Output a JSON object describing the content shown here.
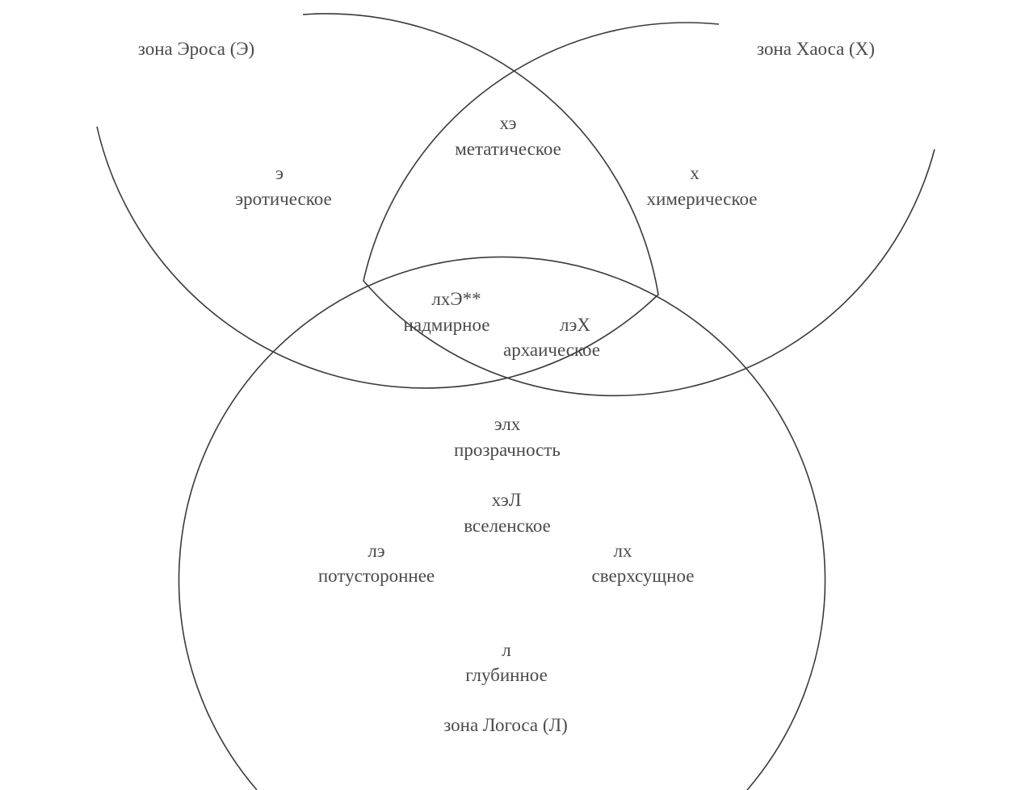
{
  "zones": {
    "eros": "зона Эроса (Э)",
    "chaos": "зона Хаоса (Х)",
    "logos": "зона Логоса (Л)"
  },
  "regions": {
    "e": {
      "code": "э",
      "name": "эротическое"
    },
    "x": {
      "code": "х",
      "name": "химерическое"
    },
    "xe": {
      "code": "хэ",
      "name": "метатическое"
    },
    "lxE": {
      "code": "лхЭ**",
      "name": "надмирное"
    },
    "leX": {
      "code": "лэХ",
      "name": "архаическое"
    },
    "elx": {
      "code": "элх",
      "name": "прозрачность"
    },
    "xeL": {
      "code": "хэЛ",
      "name": "вселенское"
    },
    "le": {
      "code": "лэ",
      "name": "потустороннее"
    },
    "lx": {
      "code": "лх",
      "name": "сверхсущное"
    },
    "l": {
      "code": "л",
      "name": "глубинное"
    }
  }
}
